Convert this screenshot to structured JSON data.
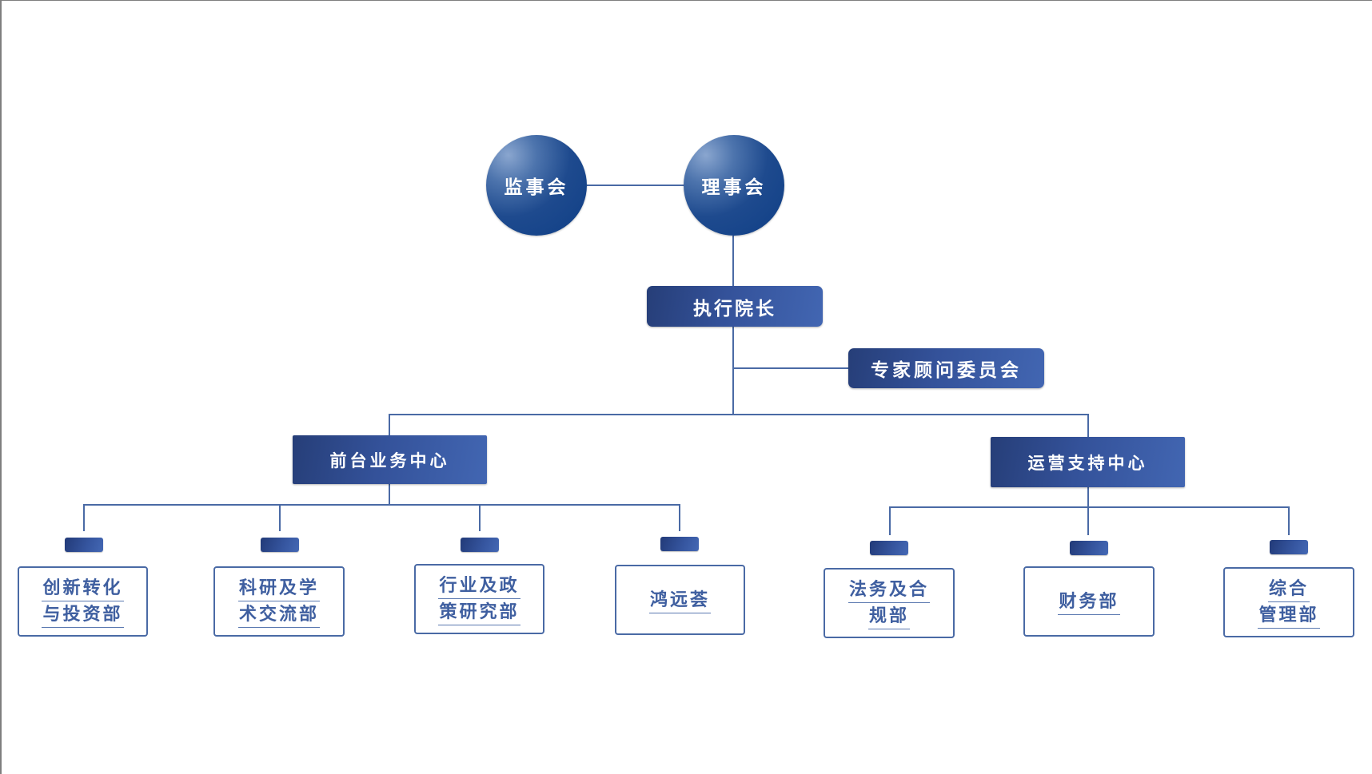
{
  "colors": {
    "line": "#4a6aa5",
    "node_dark": "#263e78",
    "node_light": "#4266b2",
    "dept_text": "#3f5fa0",
    "frame": "#7f7f7f"
  },
  "governance": {
    "supervisory_board": "监事会",
    "board_of_directors": "理事会"
  },
  "executive": {
    "label": "执行院长"
  },
  "advisory": {
    "label": "专家顾问委员会"
  },
  "centers": [
    {
      "label": "前台业务中心",
      "departments": [
        {
          "lines": [
            "创新转化",
            "与投资部"
          ]
        },
        {
          "lines": [
            "科研及学",
            "术交流部"
          ]
        },
        {
          "lines": [
            "行业及政",
            "策研究部"
          ]
        },
        {
          "lines": [
            "鸿远荟"
          ]
        }
      ]
    },
    {
      "label": "运营支持中心",
      "departments": [
        {
          "lines": [
            "法务及合",
            "规部"
          ]
        },
        {
          "lines": [
            "财务部"
          ]
        },
        {
          "lines": [
            "综合",
            "管理部"
          ]
        }
      ]
    }
  ]
}
